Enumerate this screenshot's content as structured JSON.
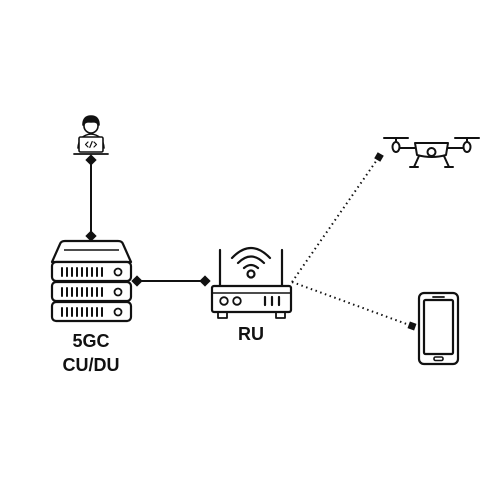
{
  "nodes": {
    "core": {
      "label_line1": "5GC",
      "label_line2": "CU/DU",
      "icon": "server-rack-icon"
    },
    "ru": {
      "label": "RU",
      "icon": "wifi-router-icon"
    },
    "developer": {
      "icon": "developer-laptop-icon"
    },
    "drone": {
      "icon": "drone-icon"
    },
    "phone": {
      "icon": "smartphone-icon"
    }
  },
  "links": [
    {
      "from": "developer",
      "to": "core",
      "style": "solid"
    },
    {
      "from": "core",
      "to": "ru",
      "style": "solid"
    },
    {
      "from": "ru",
      "to": "drone",
      "style": "dotted"
    },
    {
      "from": "ru",
      "to": "phone",
      "style": "dotted"
    }
  ],
  "colors": {
    "stroke": "#111111",
    "background": "#ffffff"
  }
}
